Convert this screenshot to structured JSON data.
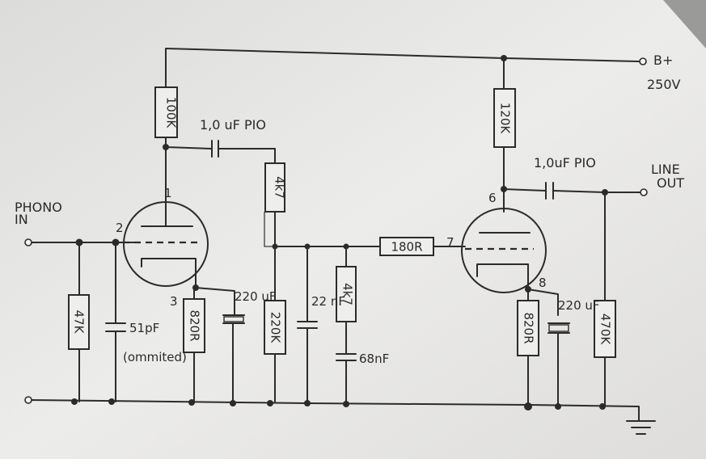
{
  "supply": {
    "label": "B+",
    "voltage": "250V"
  },
  "input": {
    "line1": "PHONO",
    "line2": "IN"
  },
  "output": {
    "line1": "LINE",
    "line2": "OUT"
  },
  "tube1": {
    "pin_plate": "1",
    "pin_grid": "2",
    "pin_cathode": "3"
  },
  "tube2": {
    "pin_plate": "6",
    "pin_grid": "7",
    "pin_cathode": "8"
  },
  "components": {
    "r_plate1": "100K",
    "c_couple1": "1,0 uF PIO",
    "r_feedback": "4k7",
    "r_input": "47K",
    "c_input": "51pF",
    "c_input_note": "(ommited)",
    "r_cathode1": "820R",
    "c_cathode1": "220 uF",
    "r_grid_leak": "220K",
    "c_eq1": "22 nF",
    "r_eq": "4k7",
    "c_eq2": "68nF",
    "r_grid_stop": "180R",
    "r_plate2": "120K",
    "c_couple2": "1,0uF PIO",
    "r_cathode2": "820R",
    "c_cathode2": "220 uF",
    "r_output": "470K"
  }
}
